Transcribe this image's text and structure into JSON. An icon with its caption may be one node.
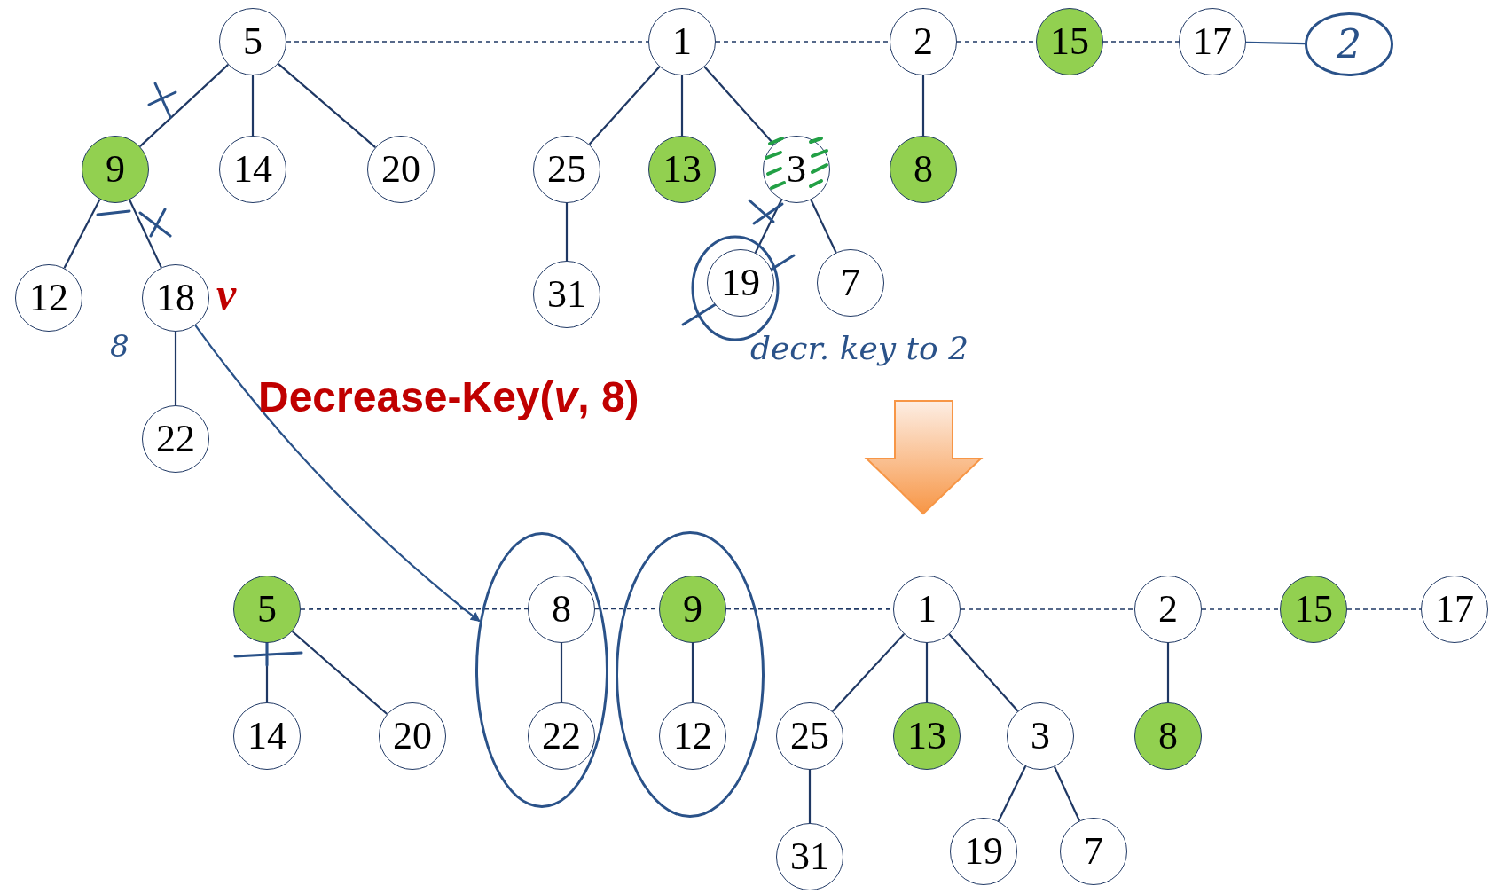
{
  "diagram": {
    "nodes": [
      {
        "text": [
          "5"
        ]
      },
      {
        "text": [
          "1"
        ]
      },
      {
        "text": [
          "2"
        ]
      },
      {
        "text": [
          "15"
        ]
      },
      {
        "text": [
          "17"
        ]
      },
      {
        "text": [
          "2"
        ]
      },
      {
        "text": [
          "9"
        ]
      },
      {
        "text": [
          "14"
        ]
      },
      {
        "text": [
          "20"
        ]
      },
      {
        "text": [
          "25"
        ]
      },
      {
        "text": [
          "13"
        ]
      },
      {
        "text": [
          "3"
        ]
      },
      {
        "text": [
          "8"
        ]
      },
      {
        "text": [
          "12"
        ]
      },
      {
        "text": [
          "18"
        ],
        "beside": [
          "v"
        ]
      },
      {
        "text": [
          "31"
        ]
      },
      {
        "text": [
          "19"
        ]
      },
      {
        "text": [
          "7"
        ]
      },
      {
        "text": [
          "22"
        ]
      },
      {
        "text": [
          "5"
        ]
      },
      {
        "text": [],
        "shape": "ellipse"
      },
      {
        "text": [
          "8"
        ],
        "in": 20
      },
      {
        "text": [],
        "shape": "ellipse"
      },
      {
        "text": [
          "9"
        ],
        "in": 22
      },
      {
        "text": [
          "1"
        ]
      },
      {
        "text": [
          "2"
        ]
      },
      {
        "text": [
          "15"
        ]
      },
      {
        "text": [
          "17"
        ]
      },
      {
        "text": [
          "14"
        ]
      },
      {
        "text": [
          "20"
        ]
      },
      {
        "text": [
          "22"
        ],
        "in": 20
      },
      {
        "text": [
          "12"
        ],
        "in": 22
      },
      {
        "text": [
          "25"
        ]
      },
      {
        "text": [
          "13"
        ]
      },
      {
        "text": [
          "3"
        ]
      },
      {
        "text": [
          "8"
        ]
      },
      {
        "text": [
          "31"
        ]
      },
      {
        "text": [
          "19"
        ]
      },
      {
        "text": [
          "7"
        ]
      }
    ],
    "edges": [
      {
        "from": 0,
        "to": 1,
        "arrow": "none",
        "style": "dashed"
      },
      {
        "from": 1,
        "to": 2,
        "arrow": "none",
        "style": "dashed"
      },
      {
        "from": 2,
        "to": 3,
        "arrow": "none",
        "style": "dashed"
      },
      {
        "from": 3,
        "to": 4,
        "arrow": "none",
        "style": "dashed"
      },
      {
        "from": 4,
        "to": 5,
        "arrow": "none",
        "color": "#2a5289"
      },
      {
        "from": 0,
        "to": 6,
        "arrow": "none"
      },
      {
        "from": 0,
        "to": 7,
        "arrow": "none"
      },
      {
        "from": 0,
        "to": 8,
        "arrow": "none"
      },
      {
        "from": 1,
        "to": 9,
        "arrow": "none"
      },
      {
        "from": 1,
        "to": 10,
        "arrow": "none"
      },
      {
        "from": 1,
        "to": 11,
        "arrow": "none"
      },
      {
        "from": 2,
        "to": 12,
        "arrow": "none"
      },
      {
        "from": 6,
        "to": 13,
        "arrow": "none"
      },
      {
        "from": 6,
        "to": 14,
        "arrow": "none"
      },
      {
        "from": 9,
        "to": 15,
        "arrow": "none"
      },
      {
        "from": 11,
        "to": 16,
        "arrow": "none"
      },
      {
        "from": 11,
        "to": 17,
        "arrow": "none"
      },
      {
        "from": 14,
        "to": 18,
        "arrow": "none"
      },
      {
        "from": 14,
        "to": 20,
        "arrow": "to",
        "color": "#2a5289"
      },
      {
        "from": 19,
        "to": 21,
        "arrow": "none",
        "style": "dashed"
      },
      {
        "from": 21,
        "to": 23,
        "arrow": "none",
        "style": "dashed"
      },
      {
        "from": 23,
        "to": 24,
        "arrow": "none",
        "style": "dashed"
      },
      {
        "from": 24,
        "to": 25,
        "arrow": "none",
        "style": "dashed"
      },
      {
        "from": 25,
        "to": 26,
        "arrow": "none",
        "style": "dashed"
      },
      {
        "from": 26,
        "to": 27,
        "arrow": "none",
        "style": "dashed"
      },
      {
        "from": 19,
        "to": 28,
        "arrow": "none"
      },
      {
        "from": 19,
        "to": 29,
        "arrow": "none"
      },
      {
        "from": 21,
        "to": 30,
        "arrow": "none"
      },
      {
        "from": 23,
        "to": 31,
        "arrow": "none"
      },
      {
        "from": 24,
        "to": 32,
        "arrow": "none"
      },
      {
        "from": 24,
        "to": 33,
        "arrow": "none"
      },
      {
        "from": 24,
        "to": 34,
        "arrow": "none"
      },
      {
        "from": 25,
        "to": 35,
        "arrow": "none"
      },
      {
        "from": 32,
        "to": 36,
        "arrow": "none"
      },
      {
        "from": 34,
        "to": 37,
        "arrow": "none"
      },
      {
        "from": 34,
        "to": 38,
        "arrow": "none"
      }
    ],
    "labels": [
      "8",
      "decr. key to 2",
      "Decrease-Key(*v*, 8)"
    ]
  }
}
